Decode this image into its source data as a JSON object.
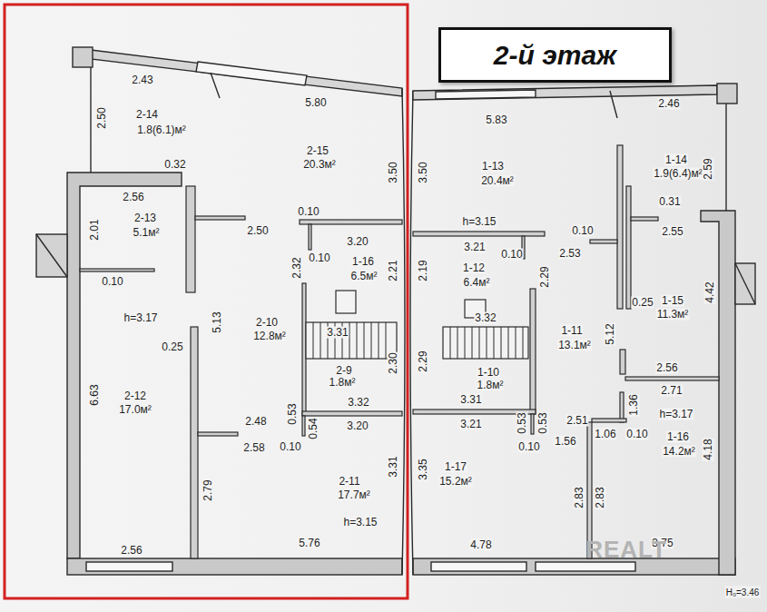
{
  "diagram": {
    "nodes": [
      {
        "text": [
          "2-й этаж"
        ]
      }
    ],
    "labels": [
      "2.43",
      "5.80",
      "2.50",
      "2-14",
      "1.8(6.1)м²",
      "2-15",
      "20.3м²",
      "3.50",
      "0.32",
      "2.56",
      "2.01",
      "2-13",
      "5.1м²",
      "2.50",
      "0.10",
      "3.20",
      "0.10",
      "1-16",
      "6.5м²",
      "2.32",
      "2.21",
      "0.10",
      "h=3.17",
      "5.13",
      "2-10",
      "12.8м²",
      "3.31",
      "0.25",
      "2-9",
      "1.8м²",
      "2.30",
      "6.63",
      "2-12",
      "17.0м²",
      "0.53",
      "3.32",
      "2.48",
      "0.54",
      "3.20",
      "2.58",
      "0.10",
      "2.79",
      "2-11",
      "17.7м²",
      "3.31",
      "h=3.15",
      "2.56",
      "5.76",
      "5.83",
      "2.46",
      "3.50",
      "1-13",
      "20.4м²",
      "1-14",
      "1.9(6.4)м²",
      "2.59",
      "h=3.15",
      "0.31",
      "2.55",
      "0.10",
      "3.21",
      "0.10",
      "2.53",
      "2.19",
      "1-12",
      "6.4м²",
      "2.29",
      "4.42",
      "0.25",
      "1-15",
      "11.3м²",
      "3.32",
      "5.12",
      "1-11",
      "13.1м²",
      "2.29",
      "1-10",
      "1.8м²",
      "2.56",
      "2.71",
      "3.31",
      "1.36",
      "3.21",
      "0.53",
      "0.53",
      "2.51",
      "h=3.17",
      "1.06",
      "0.10",
      "0.10",
      "1.56",
      "1-16",
      "14.2м²",
      "4.18",
      "3.35",
      "1-17",
      "15.2м²",
      "2.83",
      "2.83",
      "4.78",
      "3.75",
      "H₀=3.46",
      "REALT"
    ]
  }
}
